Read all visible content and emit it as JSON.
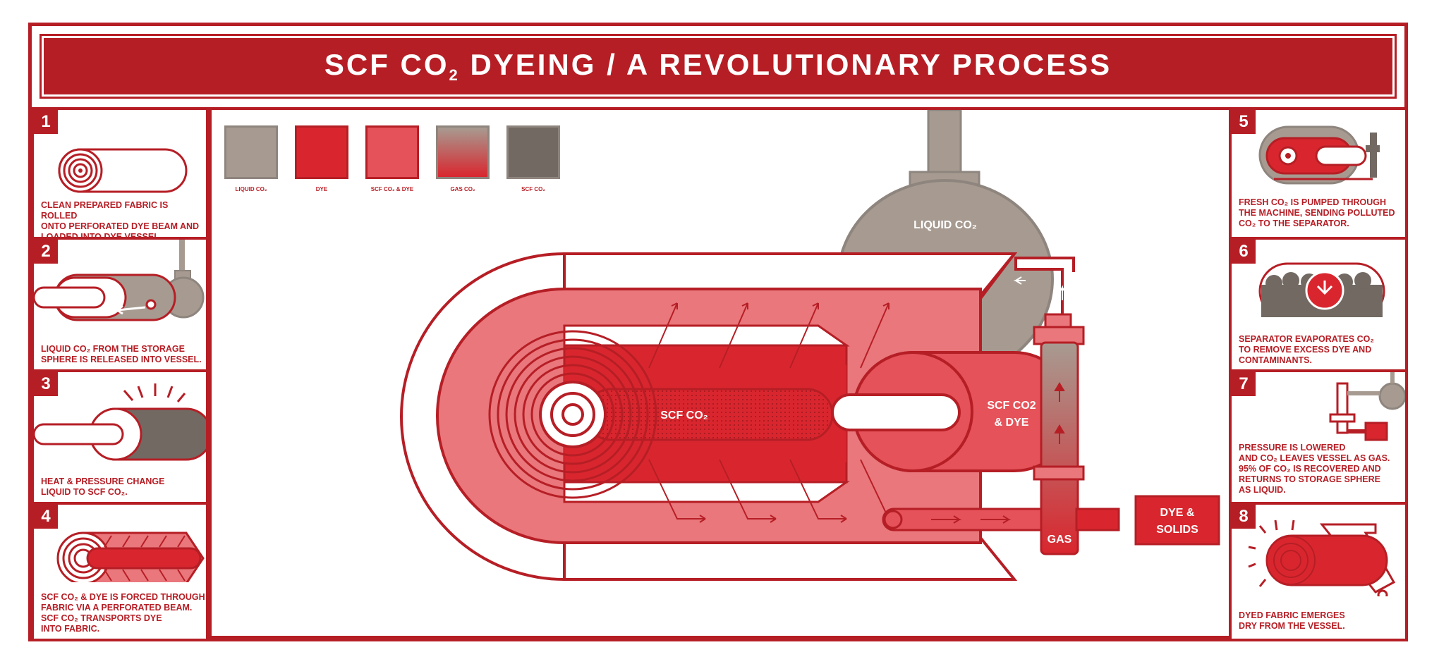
{
  "title": {
    "main": "SCF CO",
    "sub": "2",
    "rest": " DYEING / A REVOLUTIONARY PROCESS"
  },
  "legend": [
    {
      "label": "LIQUID CO₂",
      "color": "#a79b91"
    },
    {
      "label": "DYE",
      "color": "#d9262e"
    },
    {
      "label": "SCF CO₂ & DYE",
      "color": "#e55259"
    },
    {
      "label": "GAS CO₂",
      "color": "gradient"
    },
    {
      "label": "SCF CO₂",
      "color": "#716962"
    }
  ],
  "steps": [
    {
      "num": "1",
      "text": "CLEAN PREPARED FABRIC IS ROLLED\nONTO PERFORATED DYE BEAM AND\nLOADED INTO DYE VESSEL."
    },
    {
      "num": "2",
      "text": "LIQUID CO₂ FROM THE STORAGE\nSPHERE IS RELEASED INTO VESSEL."
    },
    {
      "num": "3",
      "text": "HEAT & PRESSURE CHANGE\nLIQUID TO SCF CO₂."
    },
    {
      "num": "4",
      "text": "SCF CO₂ & DYE IS FORCED THROUGH\nFABRIC VIA A PERFORATED BEAM.\nSCF CO₂ TRANSPORTS DYE\nINTO FABRIC."
    },
    {
      "num": "5",
      "text": "FRESH CO₂ IS PUMPED THROUGH\nTHE MACHINE, SENDING POLLUTED\nCO₂ TO THE SEPARATOR."
    },
    {
      "num": "6",
      "text": "SEPARATOR EVAPORATES CO₂\nTO REMOVE EXCESS DYE AND\nCONTAMINANTS."
    },
    {
      "num": "7",
      "text": "PRESSURE IS LOWERED\nAND CO₂ LEAVES VESSEL AS GAS.\n95% OF CO₂ IS RECOVERED AND\nRETURNS TO STORAGE SPHERE\nAS LIQUID."
    },
    {
      "num": "8",
      "text": "DYED FABRIC EMERGES\nDRY FROM THE VESSEL."
    }
  ],
  "diagram": {
    "liquid_co2": "LIQUID CO₂",
    "scf_co2": "SCF CO₂",
    "scf_co2_dye_1": "SCF CO2",
    "scf_co2_dye_2": "& DYE",
    "gas": "GAS",
    "dye_solids_1": "DYE &",
    "dye_solids_2": "SOLIDS"
  },
  "colors": {
    "brand_red": "#b61e25",
    "dye_red": "#d9262e",
    "light_red": "#e9777c",
    "scf_dye": "#e55259",
    "liquid_grey": "#a79b91",
    "dark_grey": "#716962"
  }
}
